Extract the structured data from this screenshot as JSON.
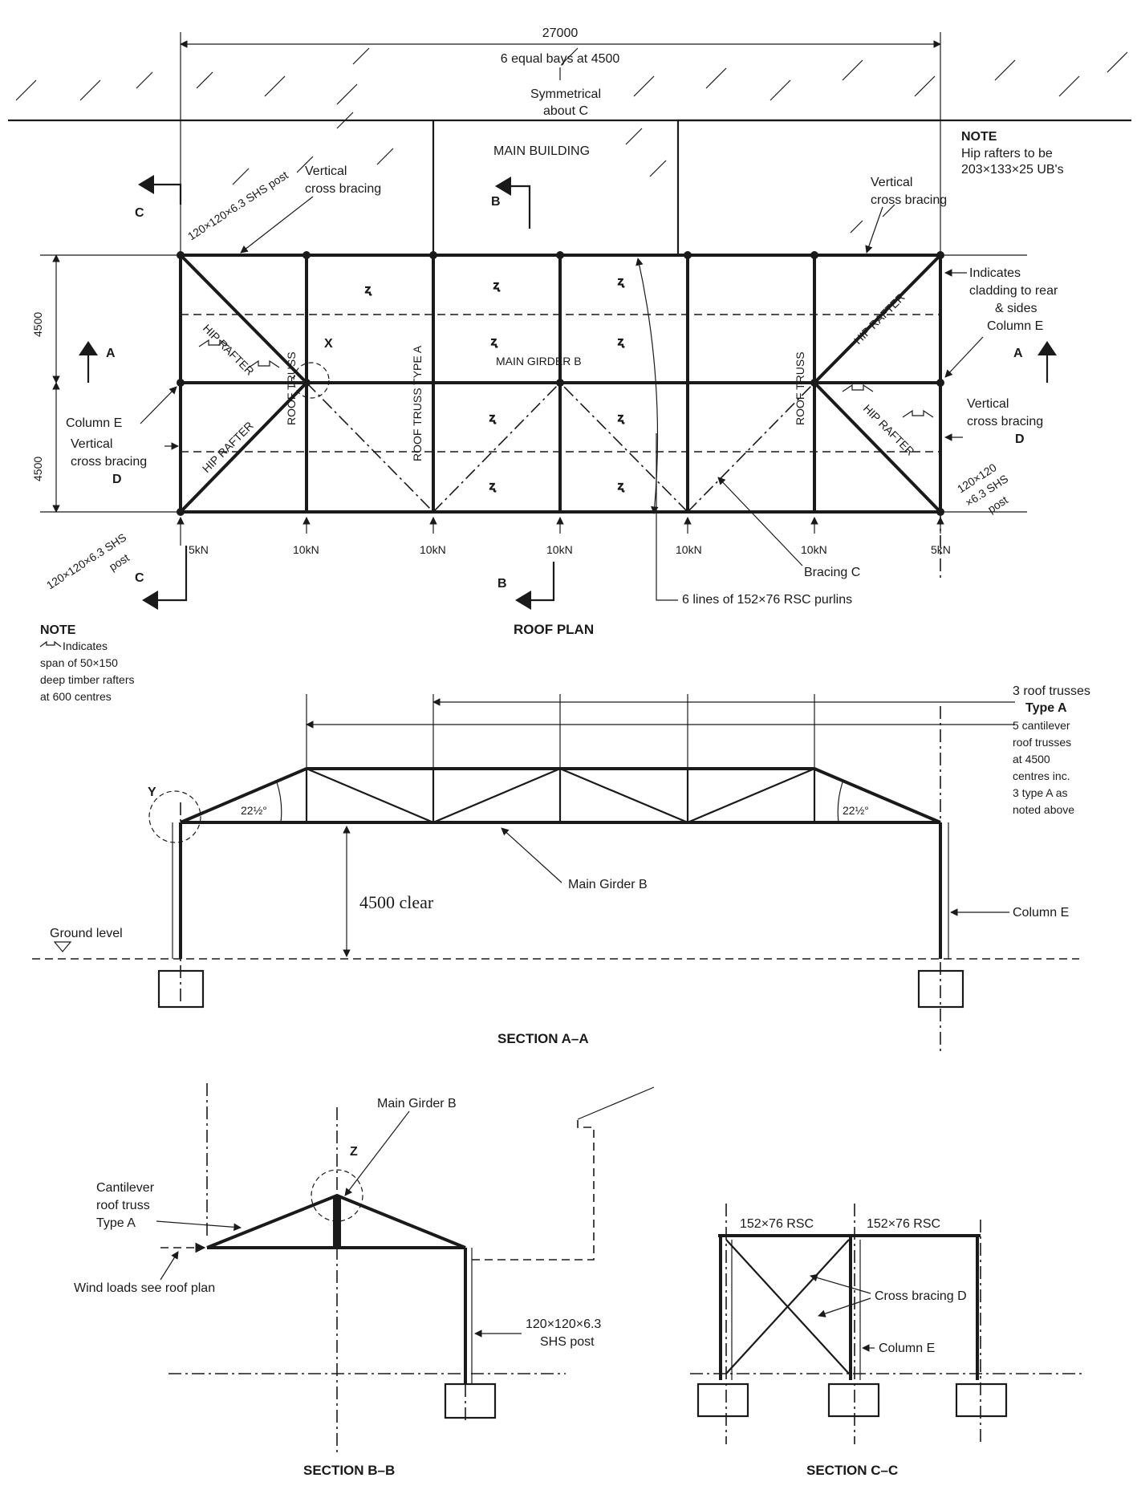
{
  "dimensions": {
    "overall": "27000",
    "bays": "6 equal bays at 4500",
    "symmetry_line1": "Symmetrical",
    "symmetry_line2": "about C",
    "half_width_top": "4500",
    "half_width_bottom": "4500",
    "clearance": "4500 clear",
    "angle": "22½°"
  },
  "labels": {
    "main_building": "MAIN BUILDING",
    "vertical_cross_bracing_1": "Vertical",
    "vertical_cross_bracing_2": "cross bracing",
    "shs_post_top": "120×120×6.3 SHS post",
    "hip_rafter": "HIP RAFTER",
    "roof_truss": "ROOF TRUSS",
    "roof_truss_type_a": "ROOF TRUSS TYPE A",
    "main_girder_b": "MAIN GIRDER B",
    "column_e": "Column E",
    "vertical_cross_bracing_d": "D",
    "shs_post_bl1": "120×120×6.3 SHS",
    "shs_post_bl2": "post",
    "shs_post_br1": "120×120",
    "shs_post_br2": "×6.3 SHS",
    "shs_post_br3": "post",
    "bracing_c": "Bracing C",
    "purlins": "6 lines of 152×76 RSC purlins",
    "cladding_1": "Indicates",
    "cladding_2": "cladding to rear",
    "cladding_3": "& sides",
    "detail_x": "X",
    "detail_y": "Y",
    "detail_z": "Z",
    "main_girder_b_lc": "Main Girder B",
    "ground_level": "Ground level",
    "cantilever_1": "Cantilever",
    "cantilever_2": "roof truss",
    "cantilever_3": "Type A",
    "wind_loads": "Wind loads see roof plan",
    "shs_post_bb1": "120×120×6.3",
    "shs_post_bb2": "SHS post",
    "rsc_left": "152×76 RSC",
    "rsc_right": "152×76 RSC",
    "cross_bracing_d": "Cross bracing D",
    "trusses_note": [
      "3 roof trusses",
      "Type A",
      "5 cantilever",
      "roof trusses",
      "at 4500",
      "centres inc.",
      "3 type A as",
      "noted above"
    ]
  },
  "loads": [
    "5kN",
    "10kN",
    "10kN",
    "10kN",
    "10kN",
    "10kN",
    "5kN"
  ],
  "section_marks": {
    "a": "A",
    "b": "B",
    "c": "C"
  },
  "notes": {
    "note_title": "NOTE",
    "hip_note_1": "Hip rafters to be",
    "hip_note_2": "203×133×25 UB's",
    "timber_note_1": "Indicates",
    "timber_note_2": "span of 50×150",
    "timber_note_3": "deep timber rafters",
    "timber_note_4": "at 600 centres"
  },
  "titles": {
    "roof_plan": "ROOF PLAN",
    "section_aa": "SECTION A–A",
    "section_bb": "SECTION B–B",
    "section_cc": "SECTION C–C"
  }
}
